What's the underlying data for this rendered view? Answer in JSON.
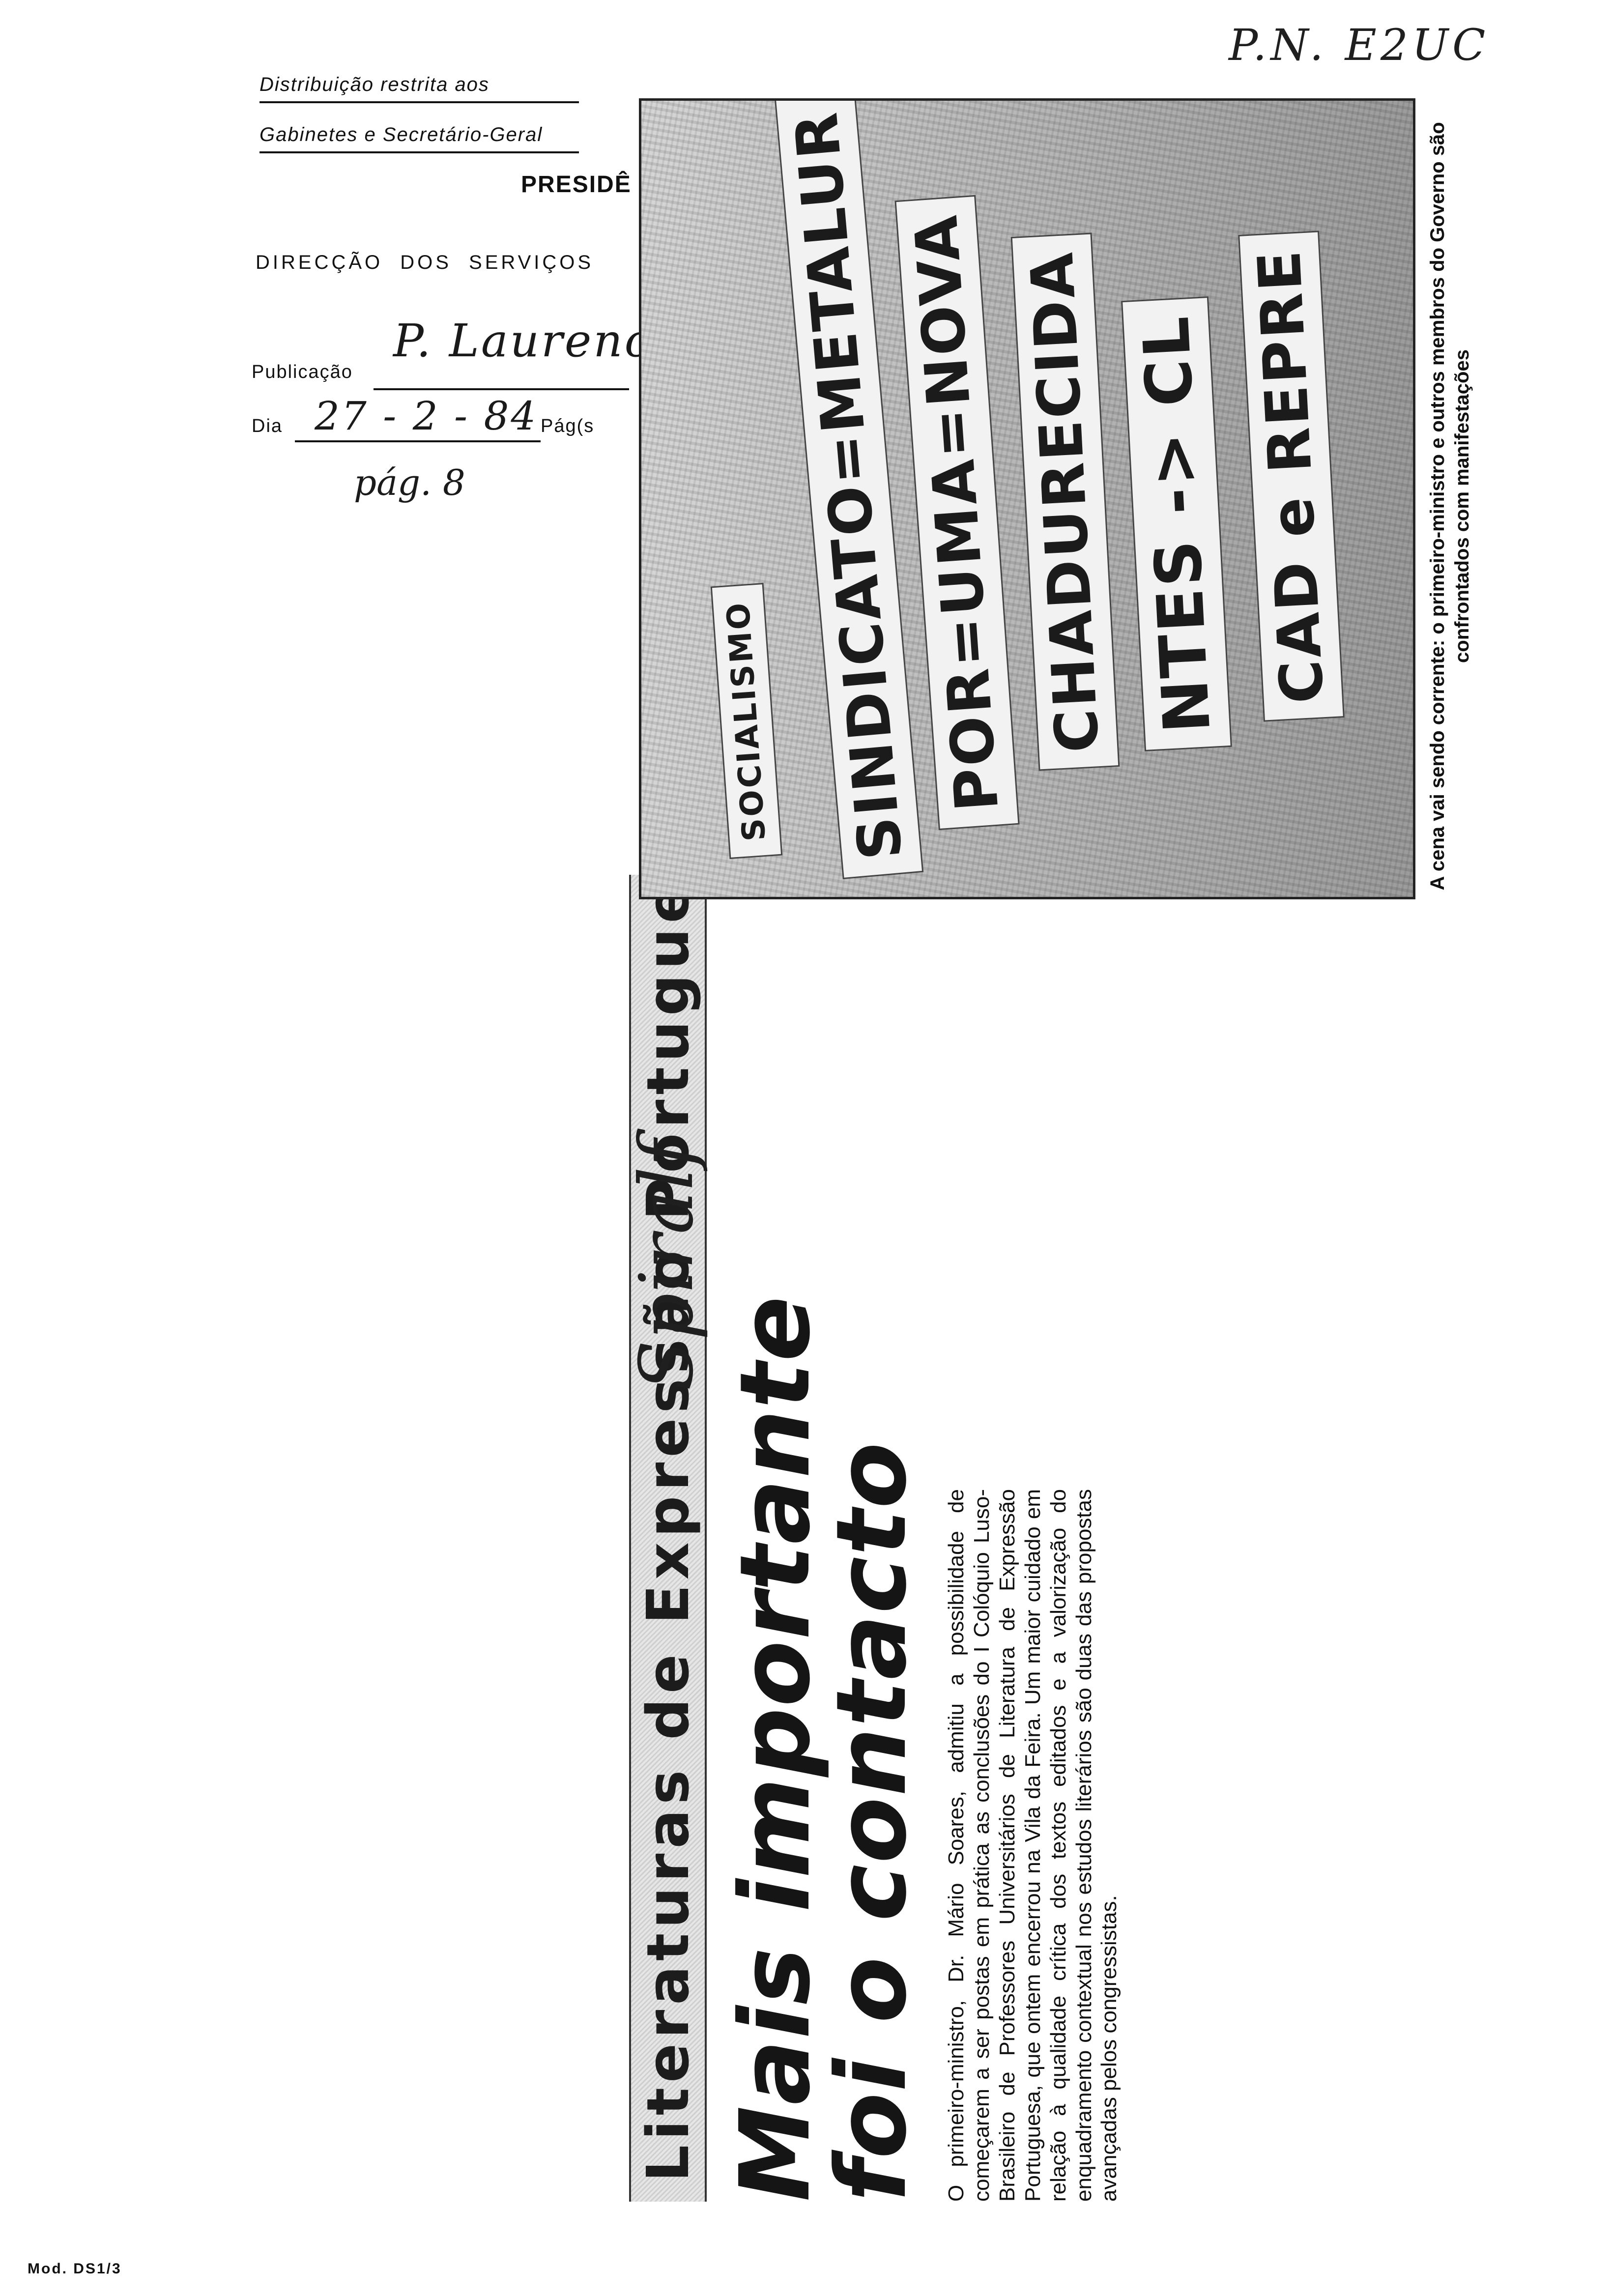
{
  "form": {
    "distribution_line1": "Distribuição restrita aos",
    "distribution_line2": "Gabinetes e Secretário-Geral",
    "office_heading": "PRESIDÊ",
    "directorate": "DIRECÇÃO  DOS  SERVIÇOS",
    "publicacao_label": "Publicação",
    "publicacao_value": "P. Laurence",
    "dia_label": "Dia",
    "dia_value": "27 - 2 - 84",
    "pag_label": "Pág(s",
    "pag_value": "pág. 8",
    "corner_note": "P.N.   E2UC",
    "form_code": "Mod. DS1/3"
  },
  "article": {
    "kicker": "Literaturas de Expressão Portuguesa",
    "headline_line1": "Mais importante",
    "headline_line2": "foi o contacto",
    "lede": "O primeiro-ministro, Dr. Mário Soares, admitiu a possibilidade de começarem a ser postas em prática as conclusões do I Colóquio Luso-Brasileiro de Professores Universitários de Literatura de Expressão Portuguesa, que ontem encerrou na Vila da Feira. Um maior cuidado em relação à qualidade crítica dos textos editados e a valorização do enquadramento contextual nos estudos literários são duas das propostas avançadas pelos congressistas.",
    "photo_caption": "A cena vai sendo corrente: o primeiro-ministro e outros membros do Governo são confrontados com manifestações",
    "handwriting_over_kicker": "Spiralf"
  },
  "photo_banners": [
    "SOCIALISMO",
    "SINDICATO=METALUR",
    "POR=UMA=NOVA",
    "CHADURECIDA",
    "NTES -> CL",
    "CAD e REPRE"
  ]
}
